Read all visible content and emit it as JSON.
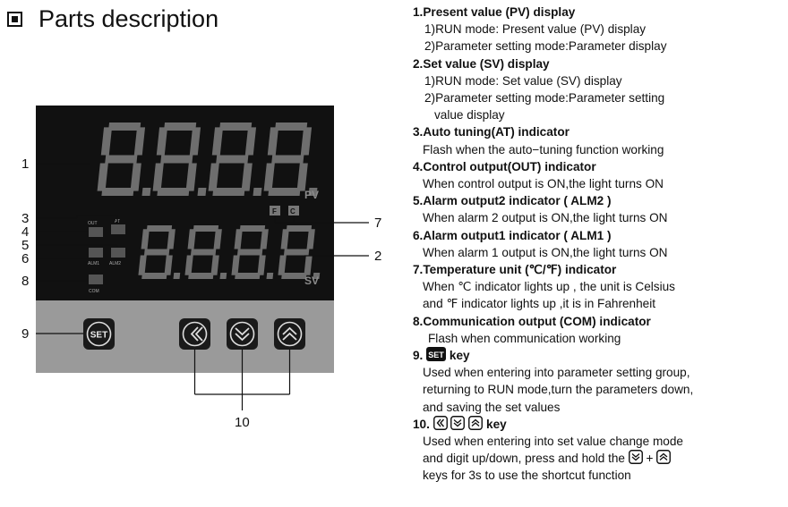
{
  "title": "Parts description",
  "panel": {
    "pv_label": "PV",
    "sv_label": "SV",
    "unit_f": "F",
    "unit_c": "C",
    "ind_out": "OUT",
    "ind_at": "AT",
    "ind_alm1": "ALM1",
    "ind_alm2": "ALM2",
    "ind_com": "COM",
    "set_key": "SET"
  },
  "callouts": {
    "c1": "1",
    "c2": "2",
    "c3": "3",
    "c4": "4",
    "c5": "5",
    "c6": "6",
    "c7": "7",
    "c8": "8",
    "c9": "9",
    "c10": "10"
  },
  "items": [
    {
      "heading": "1.Present value (PV) display",
      "lines": [
        "1)RUN mode: Present value (PV) display",
        "2)Parameter setting mode:Parameter display"
      ]
    },
    {
      "heading": "2.Set value (SV) display",
      "lines": [
        "1)RUN mode: Set value (SV) display",
        "2)Parameter setting mode:Parameter setting",
        "value display"
      ]
    },
    {
      "heading": "3.Auto tuning(AT) indicator",
      "lines": [
        "Flash when the auto−tuning function working"
      ]
    },
    {
      "heading": "4.Control output(OUT) indicator",
      "lines": [
        "When control output is ON,the light turns ON"
      ]
    },
    {
      "heading": "5.Alarm output2 indicator ( ALM2 )",
      "lines": [
        "When alarm 2 output is ON,the light turns ON"
      ]
    },
    {
      "heading": "6.Alarm output1 indicator ( ALM1 )",
      "lines": [
        "When alarm 1 output is ON,the light turns ON"
      ]
    },
    {
      "heading": "7.Temperature unit (℃/℉) indicator",
      "lines": [
        "When ℃  indicator lights up , the unit is Celsius",
        "and ℉ indicator lights up ,it is in Fahrenheit"
      ]
    },
    {
      "heading": "8.Communication output (COM) indicator",
      "lines": [
        "Flash when communication working"
      ]
    },
    {
      "heading_prefix": "9.",
      "heading_suffix": " key",
      "lines": [
        "Used when entering into parameter setting group,",
        "returning to RUN mode,turn the parameters down,",
        "and saving the set values"
      ]
    },
    {
      "heading_prefix": "10.",
      "heading_suffix": " key",
      "lines": [
        "Used when entering into set value change mode",
        "and digit up/down, press and hold the",
        "keys for 3s to use the shortcut function"
      ],
      "plus": "+"
    }
  ],
  "colors": {
    "panel": "#9a9a9a",
    "display": "#111111",
    "segment": "#6e6e6e",
    "key": "#1a1a1a"
  }
}
